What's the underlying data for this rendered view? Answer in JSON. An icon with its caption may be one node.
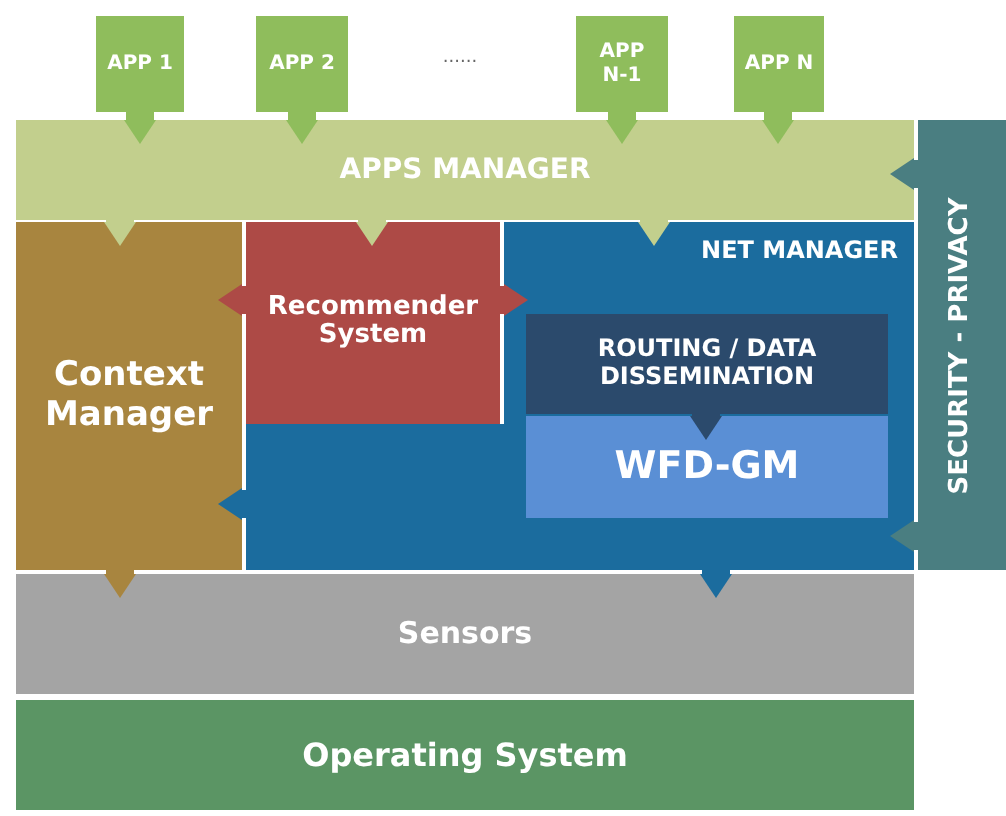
{
  "diagram": {
    "nodes": [
      {
        "text": [
          "APP 1"
        ]
      },
      {
        "text": [
          "APP 2"
        ]
      },
      {
        "text": [
          "APP N-1"
        ]
      },
      {
        "text": [
          "APP N"
        ]
      },
      {
        "text": [
          "APPS MANAGER"
        ]
      },
      {
        "text": [
          "Context Manager"
        ]
      },
      {
        "text": [
          "Recommender System"
        ]
      },
      {
        "text": [
          "NET MANAGER"
        ]
      },
      {
        "text": [
          "ROUTING / DATA DISSEMINATION"
        ],
        "in": 7
      },
      {
        "text": [
          "WFD-GM"
        ],
        "in": 7
      },
      {
        "text": [
          "SECURITY - PRIVACY"
        ]
      },
      {
        "text": [
          "Sensors"
        ]
      },
      {
        "text": [
          "Operating System"
        ]
      }
    ],
    "edges": [
      {
        "from": 0,
        "to": 4,
        "arrow": "to"
      },
      {
        "from": 1,
        "to": 4,
        "arrow": "to"
      },
      {
        "from": 2,
        "to": 4,
        "arrow": "to"
      },
      {
        "from": 3,
        "to": 4,
        "arrow": "to"
      },
      {
        "from": 4,
        "to": 5,
        "arrow": "to",
        "color": "#c2cf8d"
      },
      {
        "from": 4,
        "to": 6,
        "arrow": "to",
        "color": "#c2cf8d"
      },
      {
        "from": 4,
        "to": 7,
        "arrow": "to",
        "color": "#c2cf8d"
      },
      {
        "from": 6,
        "to": 5,
        "arrow": "to",
        "color": "#ad4a46"
      },
      {
        "from": 6,
        "to": 7,
        "arrow": "to",
        "color": "#ad4a46"
      },
      {
        "from": 7,
        "to": 5,
        "arrow": "to",
        "color": "#1b6c9e"
      },
      {
        "from": 8,
        "to": 9,
        "arrow": "to",
        "color": "#2b4a6c"
      },
      {
        "from": 10,
        "to": 4,
        "arrow": "to",
        "color": "#4a7e81"
      },
      {
        "from": 10,
        "to": 7,
        "arrow": "to",
        "color": "#4a7e81"
      },
      {
        "from": 5,
        "to": 11,
        "arrow": "to",
        "color": "#a8853f"
      },
      {
        "from": 7,
        "to": 11,
        "arrow": "to",
        "color": "#1b6c9e"
      }
    ],
    "labels": [
      "......"
    ]
  }
}
